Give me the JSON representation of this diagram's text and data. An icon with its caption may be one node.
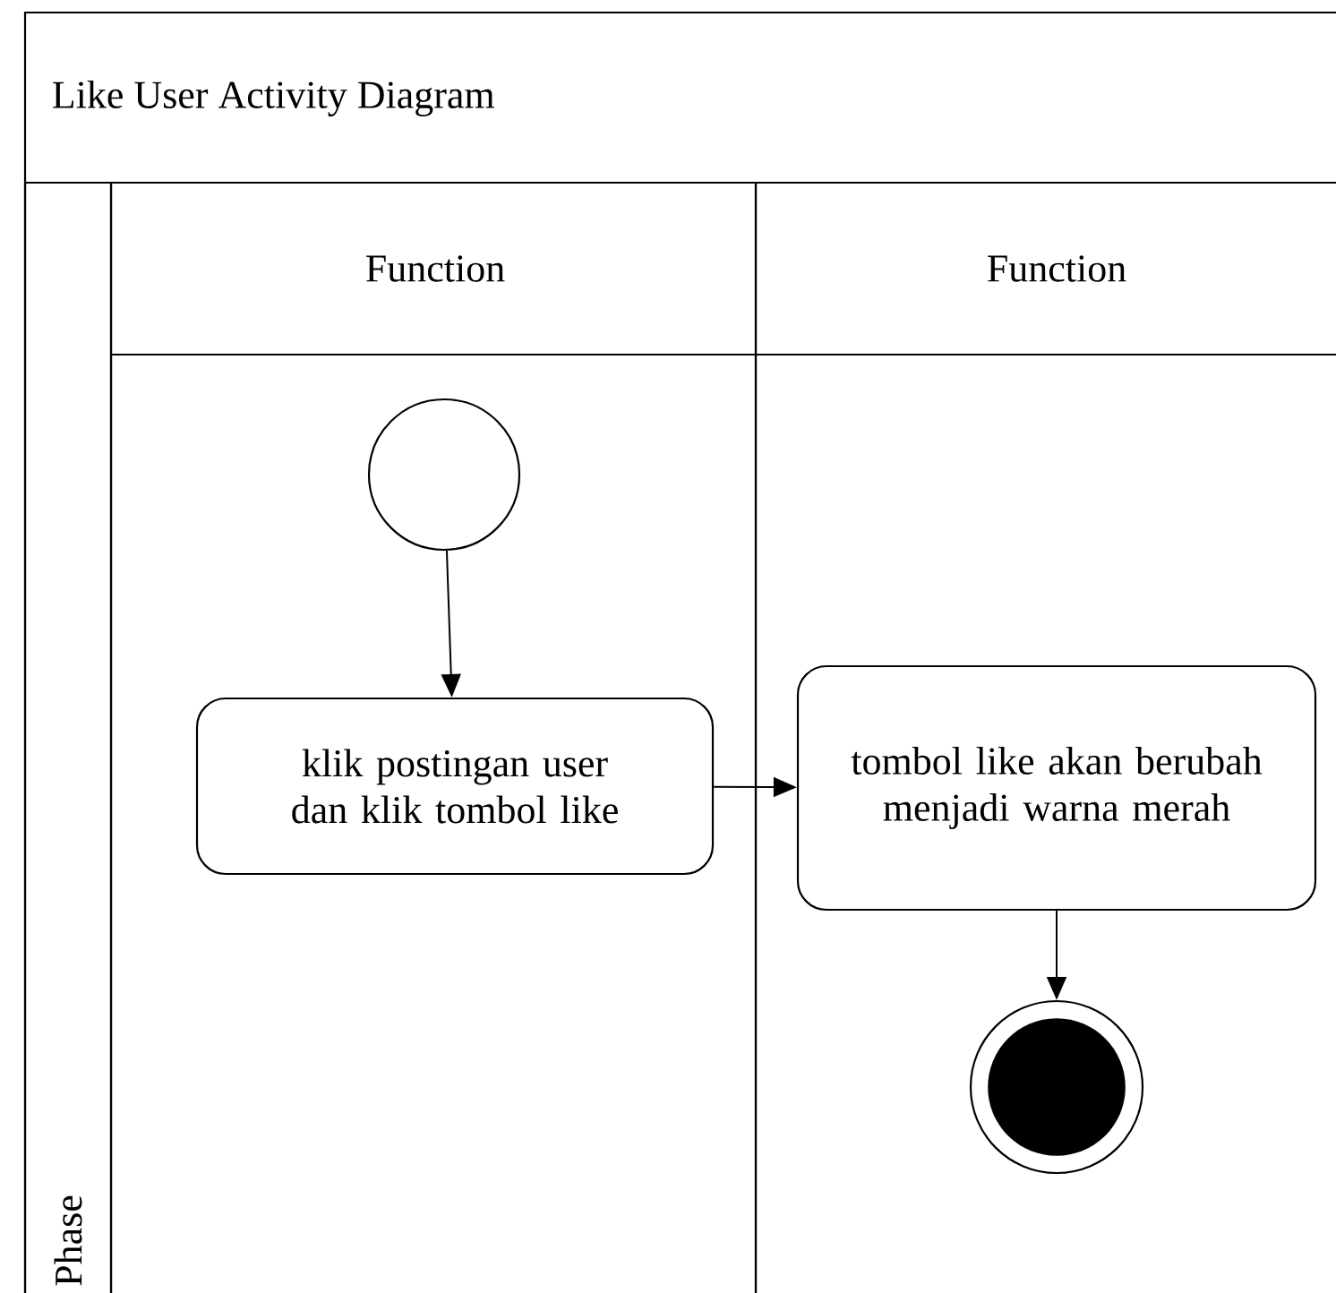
{
  "diagram": {
    "nodes": [
      {
        "text": [
          "Like User Activity Diagram"
        ]
      },
      {
        "text": [
          "Phase"
        ],
        "in": 0
      },
      {
        "text": [
          "Function"
        ],
        "in": 0
      },
      {
        "text": [
          "Function"
        ],
        "in": 0
      },
      {
        "text": [],
        "shape": "circle",
        "in": 2
      },
      {
        "text": [
          "klik postingan user dan klik tombol like"
        ],
        "in": 2
      },
      {
        "text": [
          "tombol like akan berubah menjadi warna merah"
        ],
        "in": 3
      },
      {
        "text": [],
        "shape": "bullseye",
        "in": 3
      }
    ],
    "edges": [
      {
        "from": 4,
        "to": 5,
        "arrow": "to"
      },
      {
        "from": 5,
        "to": 6,
        "arrow": "to"
      },
      {
        "from": 6,
        "to": 7,
        "arrow": "to"
      }
    ]
  }
}
